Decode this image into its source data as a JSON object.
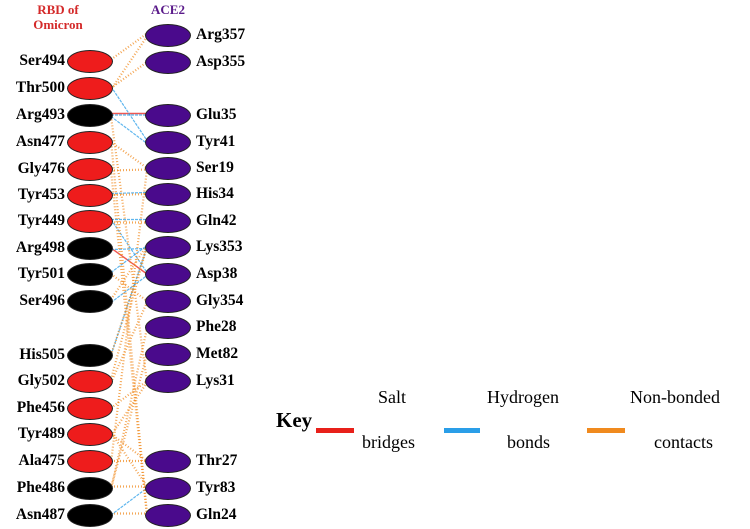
{
  "headers": {
    "rbd": {
      "line1": "RBD of",
      "line2": "Omicron",
      "color": "#d42a2a"
    },
    "ace2": {
      "label": "ACE2",
      "color": "#5a1a8a"
    }
  },
  "colors": {
    "rbd_red": "#ee1c1c",
    "rbd_black": "#000000",
    "ace2_purple": "#4a0a8c",
    "salt_bridge": "#e8201a",
    "hydrogen_bond": "#2a9ee8",
    "non_bonded": "#f08a1e"
  },
  "rbd_residues": [
    {
      "label": "Ser494",
      "fill": "red"
    },
    {
      "label": "Thr500",
      "fill": "red"
    },
    {
      "label": "Arg493",
      "fill": "black"
    },
    {
      "label": "Asn477",
      "fill": "red"
    },
    {
      "label": "Gly476",
      "fill": "red"
    },
    {
      "label": "Tyr453",
      "fill": "red"
    },
    {
      "label": "Tyr449",
      "fill": "red"
    },
    {
      "label": "Arg498",
      "fill": "black"
    },
    {
      "label": "Tyr501",
      "fill": "black"
    },
    {
      "label": "Ser496",
      "fill": "black"
    },
    {
      "label": "His505",
      "fill": "black"
    },
    {
      "label": "Gly502",
      "fill": "red"
    },
    {
      "label": "Phe456",
      "fill": "red"
    },
    {
      "label": "Tyr489",
      "fill": "red"
    },
    {
      "label": "Ala475",
      "fill": "red"
    },
    {
      "label": "Phe486",
      "fill": "black"
    },
    {
      "label": "Asn487",
      "fill": "black"
    }
  ],
  "ace2_residues": [
    {
      "label": "Arg357"
    },
    {
      "label": "Asp355"
    },
    {
      "label": "Glu35"
    },
    {
      "label": "Tyr41"
    },
    {
      "label": "Ser19"
    },
    {
      "label": "His34"
    },
    {
      "label": "Gln42"
    },
    {
      "label": "Lys353"
    },
    {
      "label": "Asp38"
    },
    {
      "label": "Gly354"
    },
    {
      "label": "Phe28"
    },
    {
      "label": "Met82"
    },
    {
      "label": "Lys31"
    },
    {
      "label": "Thr27"
    },
    {
      "label": "Tyr83"
    },
    {
      "label": "Gln24"
    }
  ],
  "interactions": [
    {
      "from": "Ser494",
      "to": "Arg357",
      "type": "non_bonded"
    },
    {
      "from": "Thr500",
      "to": "Asp355",
      "type": "non_bonded"
    },
    {
      "from": "Thr500",
      "to": "Arg357",
      "type": "non_bonded"
    },
    {
      "from": "Arg493",
      "to": "Glu35",
      "type": "salt_bridge"
    },
    {
      "from": "Arg493",
      "to": "Glu35",
      "type": "hydrogen_bond"
    },
    {
      "from": "Arg493",
      "to": "Tyr41",
      "type": "hydrogen_bond"
    },
    {
      "from": "Thr500",
      "to": "Tyr41",
      "type": "hydrogen_bond"
    },
    {
      "from": "Asn477",
      "to": "Ser19",
      "type": "non_bonded"
    },
    {
      "from": "Gly476",
      "to": "Ser19",
      "type": "non_bonded"
    },
    {
      "from": "Tyr453",
      "to": "His34",
      "type": "hydrogen_bond"
    },
    {
      "from": "Tyr453",
      "to": "His34",
      "type": "non_bonded"
    },
    {
      "from": "Tyr449",
      "to": "Gln42",
      "type": "non_bonded"
    },
    {
      "from": "Tyr449",
      "to": "Asp38",
      "type": "hydrogen_bond"
    },
    {
      "from": "Arg498",
      "to": "Asp38",
      "type": "salt_bridge"
    },
    {
      "from": "Arg498",
      "to": "Lys353",
      "type": "hydrogen_bond"
    },
    {
      "from": "Tyr501",
      "to": "Lys353",
      "type": "hydrogen_bond"
    },
    {
      "from": "Tyr501",
      "to": "Gly354",
      "type": "non_bonded"
    },
    {
      "from": "Ser496",
      "to": "Asp38",
      "type": "hydrogen_bond"
    },
    {
      "from": "Ser496",
      "to": "Lys353",
      "type": "non_bonded"
    },
    {
      "from": "His505",
      "to": "Lys353",
      "type": "hydrogen_bond"
    },
    {
      "from": "Gly502",
      "to": "Gly354",
      "type": "non_bonded"
    },
    {
      "from": "Gly502",
      "to": "Lys353",
      "type": "non_bonded"
    },
    {
      "from": "Phe456",
      "to": "Lys31",
      "type": "non_bonded"
    },
    {
      "from": "Tyr489",
      "to": "Lys31",
      "type": "non_bonded"
    },
    {
      "from": "Tyr489",
      "to": "Tyr83",
      "type": "non_bonded"
    },
    {
      "from": "Ala475",
      "to": "Thr27",
      "type": "non_bonded"
    },
    {
      "from": "Ala475",
      "to": "Ser19",
      "type": "non_bonded"
    },
    {
      "from": "Phe486",
      "to": "Tyr83",
      "type": "non_bonded"
    },
    {
      "from": "Phe486",
      "to": "Met82",
      "type": "non_bonded"
    },
    {
      "from": "Phe486",
      "to": "Phe28",
      "type": "non_bonded"
    },
    {
      "from": "Asn487",
      "to": "Gln24",
      "type": "non_bonded"
    },
    {
      "from": "Asn487",
      "to": "Tyr83",
      "type": "hydrogen_bond"
    },
    {
      "from": "Gly476",
      "to": "Gln24",
      "type": "non_bonded"
    },
    {
      "from": "Asn477",
      "to": "Gln24",
      "type": "non_bonded"
    },
    {
      "from": "Tyr489",
      "to": "Thr27",
      "type": "non_bonded"
    },
    {
      "from": "Arg493",
      "to": "Lys31",
      "type": "non_bonded"
    },
    {
      "from": "Tyr449",
      "to": "Gln42",
      "type": "hydrogen_bond"
    },
    {
      "from": "His505",
      "to": "Lys353",
      "type": "non_bonded"
    }
  ],
  "key": {
    "title": "Key",
    "items": [
      {
        "type": "salt_bridge",
        "line1": "Salt",
        "line2": "bridges"
      },
      {
        "type": "hydrogen_bond",
        "line1": "Hydrogen",
        "line2": "bonds"
      },
      {
        "type": "non_bonded",
        "line1": "Non-bonded",
        "line2": "contacts"
      }
    ]
  }
}
